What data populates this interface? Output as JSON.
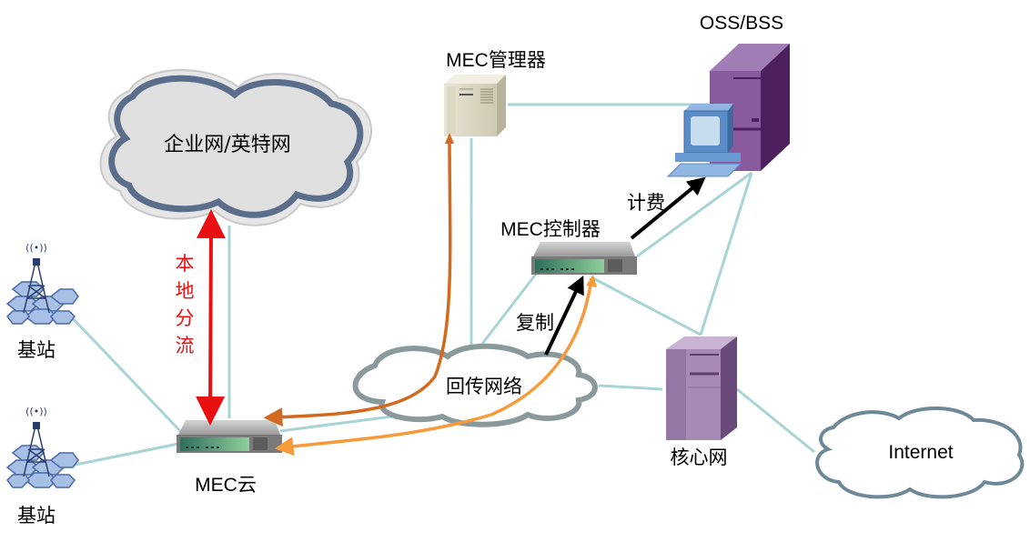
{
  "diagram": {
    "nodes": {
      "enterprise_cloud": {
        "label": "企业网/英特网"
      },
      "mec_manager": {
        "label": "MEC管理器"
      },
      "oss_bss": {
        "label": "OSS/BSS"
      },
      "mec_controller": {
        "label": "MEC控制器"
      },
      "backhaul": {
        "label": "回传网络"
      },
      "core_network": {
        "label": "核心网"
      },
      "internet": {
        "label": "Internet"
      },
      "mec_cloud": {
        "label": "MEC云"
      },
      "base_station_1": {
        "label": "基站"
      },
      "base_station_2": {
        "label": "基站"
      }
    },
    "annotations": {
      "local_offload": [
        "本",
        "地",
        "分",
        "流"
      ],
      "billing": "计费",
      "copy": "复制"
    },
    "colors": {
      "link": "#a8d4d6",
      "local_offload": "#e81010",
      "mgmt_flow": "#d2691e",
      "control_flow": "#f59b3a",
      "black_arrow": "#000000",
      "enterprise_cloud_fill": "#e0e0e0",
      "enterprise_cloud_border": "#5a6e8c",
      "backhaul_border": "#8a9a9c",
      "internet_border": "#6d8896",
      "oss_purple": "#7b4a8e",
      "core_purple": "#9b7aa6"
    }
  }
}
